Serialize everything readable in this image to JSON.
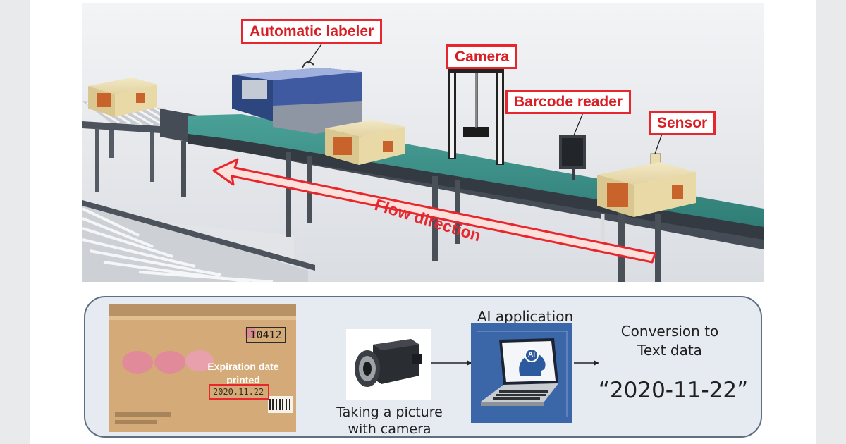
{
  "callouts": {
    "automatic_labeler": "Automatic labeler",
    "camera": "Camera",
    "barcode_reader": "Barcode reader",
    "sensor": "Sensor"
  },
  "flow_direction": "Flow direction",
  "bottom": {
    "photo_label": "Expiration date printed",
    "photo_lot_number": "10412",
    "photo_date_text": "2020.11.22",
    "camera_caption": "Taking a picture with camera",
    "ai_caption": "AI application",
    "ai_icon_text": "AI",
    "conversion_caption": "Conversion to Text data",
    "result": "“2020-11-22”"
  },
  "colors": {
    "callout_red": "#e8262d",
    "conveyor_teal": "#3a9088",
    "ai_blue": "#3b66a8",
    "panel_bg": "#e6ebf2",
    "panel_border": "#5e6f84",
    "box_cardboard": "#e9dcae"
  }
}
